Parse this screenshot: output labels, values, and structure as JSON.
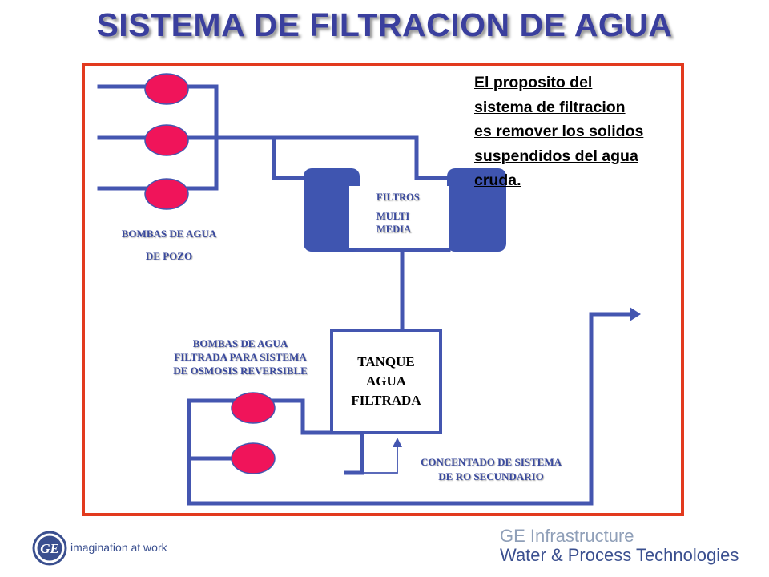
{
  "title": "SISTEMA DE FILTRACION DE AGUA",
  "purpose_text": "El proposito del\nsistema de filtracion\nes remover los solidos\nsuspendidos del agua\ncruda.",
  "labels": {
    "bombas_pozo": [
      "BOMBAS DE AGUA",
      "DE POZO"
    ],
    "filtros": [
      "FILTROS",
      "MULTI",
      "MEDIA"
    ],
    "bombas_filtrada": [
      "BOMBAS DE AGUA",
      "FILTRADA PARA SISTEMA",
      "DE OSMOSIS REVERSIBLE"
    ],
    "concentrado": [
      "CONCENTADO DE SISTEMA",
      "DE RO SECUNDARIO"
    ],
    "tanque": [
      "TANQUE",
      "AGUA",
      "FILTRADA"
    ]
  },
  "footer": {
    "logo_text": "GE",
    "tagline": "imagination at work",
    "company_line1": "GE Infrastructure",
    "company_line2": "Water & Process Technologies"
  },
  "colors": {
    "pipe": "#4456b0",
    "pump": "#f0145a",
    "filter": "#3f55b0",
    "frame": "#e23a1e",
    "title": "#3a3f9e",
    "label": "#3a4a9e",
    "logo": "#3a4f8f"
  },
  "icons": {
    "pump": "pump-icon",
    "filter_vessel": "filter-vessel-icon",
    "tank": "tank-icon",
    "flow_arrow": "arrow-icon",
    "logo": "ge-logo-icon"
  }
}
